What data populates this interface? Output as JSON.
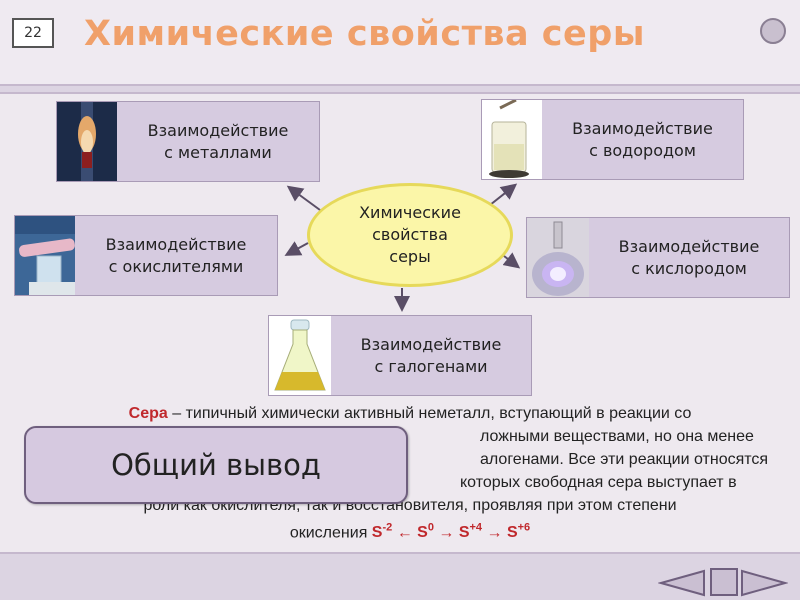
{
  "slide": {
    "number": "22",
    "title": "Химические свойства серы"
  },
  "center": {
    "label": "Химические\nсвойства\nсеры"
  },
  "cards": [
    {
      "id": "metals",
      "label": "Взаимодействие\nс металлами",
      "image": "burning-tube-photo"
    },
    {
      "id": "hydrogen",
      "label": "Взаимодействие\nс водородом",
      "image": "beaker-photo"
    },
    {
      "id": "oxidizers",
      "label": "Взаимодействие\nс окислителями",
      "image": "test-tube-photo"
    },
    {
      "id": "oxygen",
      "label": "Взаимодействие\nс кислородом",
      "image": "flask-flame-photo"
    },
    {
      "id": "halogens",
      "label": "Взаимодействие\nс галогенами",
      "image": "conical-flask-photo"
    }
  ],
  "paragraph": {
    "lead": "Сера",
    "line1_rest": " – типичный химически активный неметалл, вступающий в реакции со",
    "line2": "ложными веществами, но она менее",
    "line3": "алогенами. Все эти реакции относятся",
    "line4": "которых свободная сера выступает в",
    "line5": "роли как окислителя, так и восстановителя, проявляя при этом степени",
    "line6_prefix": "окисления ",
    "ox_states": [
      {
        "base": "S",
        "sup": "-2"
      },
      {
        "sep": " ← "
      },
      {
        "base": "S",
        "sup": "0"
      },
      {
        "sep": " → "
      },
      {
        "base": "S",
        "sup": "+4"
      },
      {
        "sep": " → "
      },
      {
        "base": "S",
        "sup": "+6"
      }
    ]
  },
  "summary_button": {
    "label": "Общий вывод"
  },
  "nav": {
    "prev_icon": "triangle-left-icon",
    "stop_icon": "square-icon",
    "next_icon": "triangle-right-icon"
  },
  "colors": {
    "title": "#f0a06a",
    "accent_red": "#c0282c",
    "ellipse_fill": "#fbf6a8",
    "card_fill": "#d6cbe0"
  }
}
